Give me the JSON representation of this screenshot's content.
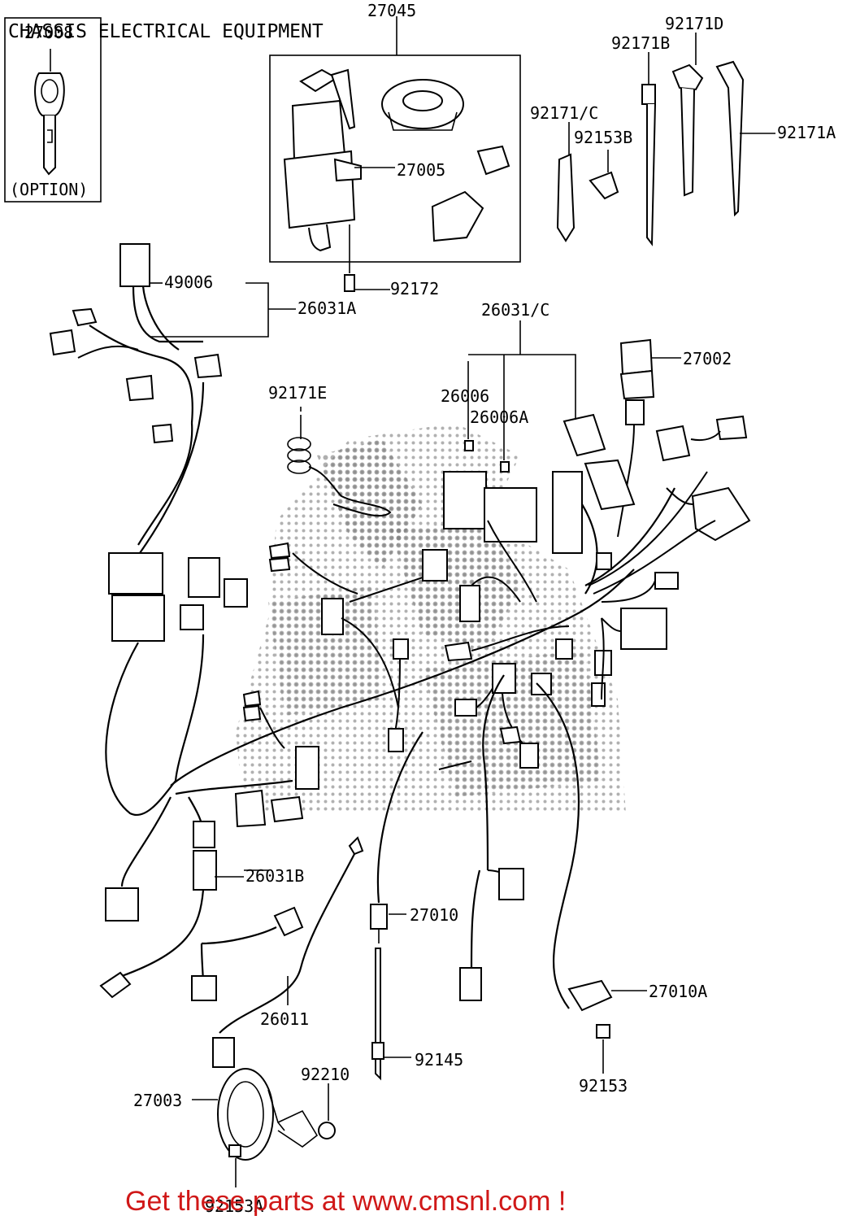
{
  "title": "CHASSIS ELECTRICAL EQUIPMENT",
  "footer": "Get these parts at www.cmsnl.com !",
  "option_label": "(OPTION)",
  "colors": {
    "footer": "#d01818",
    "lines": "#000000",
    "background": "#ffffff"
  },
  "callouts": [
    "27008",
    "27045",
    "92171D",
    "92171B",
    "92171/C",
    "92153B",
    "92171A",
    "27005",
    "49006",
    "26031A",
    "92172",
    "26031/C",
    "27002",
    "92171E",
    "26006",
    "26006A",
    "26031B",
    "27010",
    "26011",
    "27010A",
    "92210",
    "92145",
    "27003",
    "92153",
    "92153A"
  ]
}
